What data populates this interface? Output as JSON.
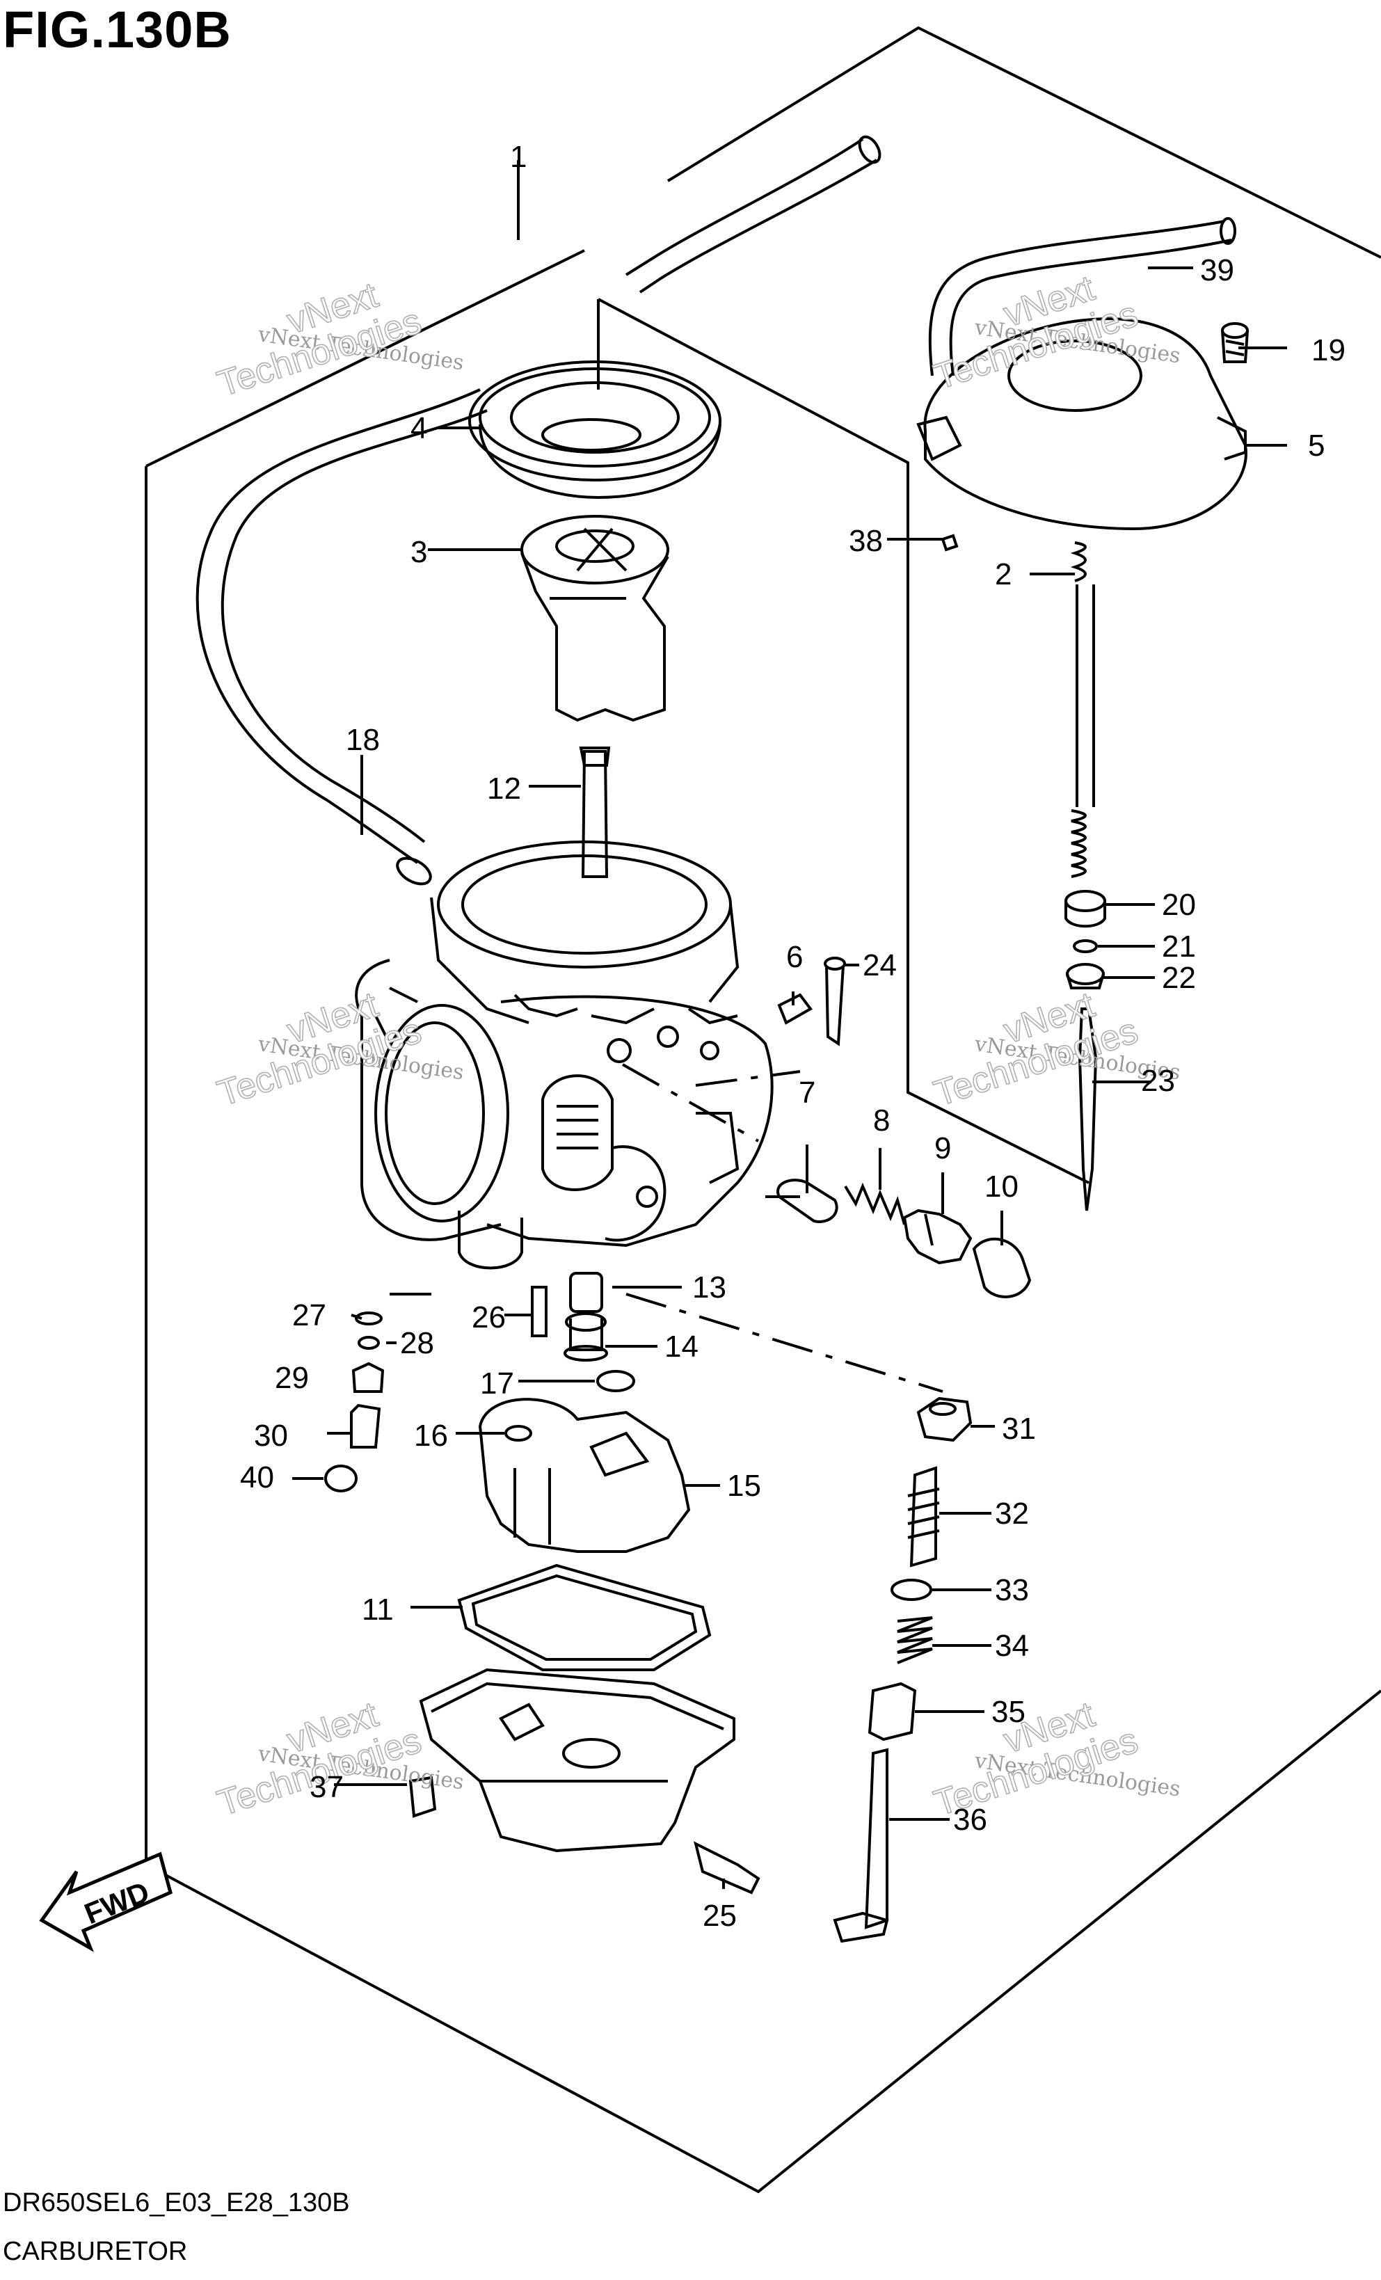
{
  "header": {
    "figure_title": "FIG.130B"
  },
  "footer": {
    "model_code": "DR650SEL6_E03_E28_130B",
    "section_name": "CARBURETOR"
  },
  "watermark": {
    "line1": "vNext Technologies",
    "line2": "vNext",
    "line3": "Technologies"
  },
  "fwd_label": "FWD",
  "callouts": {
    "c1": "1",
    "c2": "2",
    "c3": "3",
    "c4": "4",
    "c5": "5",
    "c6": "6",
    "c7": "7",
    "c8": "8",
    "c9": "9",
    "c10": "10",
    "c11": "11",
    "c12": "12",
    "c13": "13",
    "c14": "14",
    "c15": "15",
    "c16": "16",
    "c17": "17",
    "c18": "18",
    "c19": "19",
    "c20": "20",
    "c21": "21",
    "c22": "22",
    "c23": "23",
    "c24": "24",
    "c25": "25",
    "c26": "26",
    "c27": "27",
    "c28": "28",
    "c29": "29",
    "c30": "30",
    "c31": "31",
    "c32": "32",
    "c33": "33",
    "c34": "34",
    "c35": "35",
    "c36": "36",
    "c37": "37",
    "c38": "38",
    "c39": "39",
    "c40": "40"
  }
}
